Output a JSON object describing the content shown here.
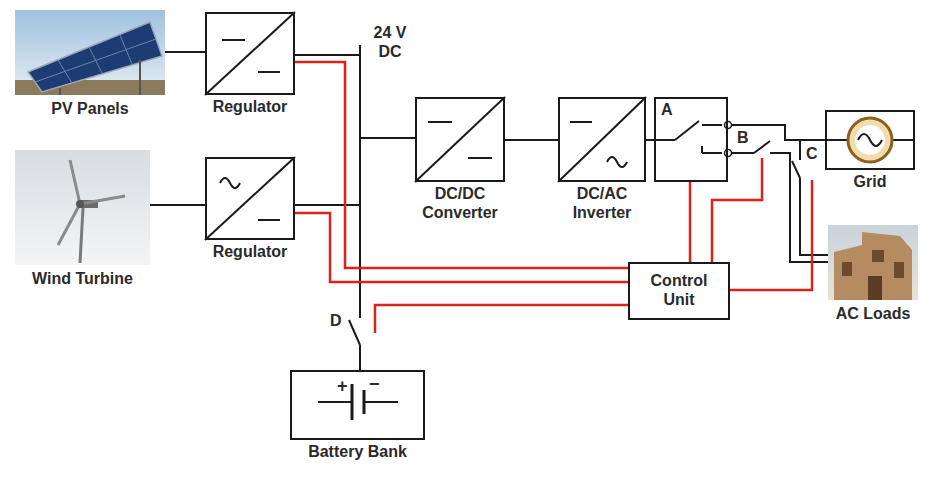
{
  "diagram": {
    "nodes": [
      {
        "text": [
          "PV Panels"
        ]
      },
      {
        "text": [
          "Regulator"
        ]
      },
      {
        "text": [
          "DC/DC Converter"
        ]
      },
      {
        "text": [
          "DC/AC Inverter"
        ]
      },
      {
        "text": [
          "A"
        ]
      },
      {
        "text": [
          "Grid"
        ]
      },
      {
        "text": [
          "Wind Turbine"
        ]
      },
      {
        "text": [
          "Regulator"
        ]
      },
      {
        "text": [
          "Control Unit"
        ]
      },
      {
        "text": [
          "AC Loads"
        ]
      },
      {
        "text": [
          "Battery Bank"
        ]
      }
    ],
    "edges": [
      {
        "from": 0,
        "to": 1,
        "arrow": "none"
      },
      {
        "from": 6,
        "to": 7,
        "arrow": "none"
      },
      {
        "from": 1,
        "to": 2,
        "arrow": "none"
      },
      {
        "from": 7,
        "to": 2,
        "arrow": "none"
      },
      {
        "from": 10,
        "to": 2,
        "arrow": "none"
      },
      {
        "from": 2,
        "to": 3,
        "arrow": "none"
      },
      {
        "from": 3,
        "to": 4,
        "arrow": "none"
      },
      {
        "from": 4,
        "to": 5,
        "arrow": "none"
      },
      {
        "from": 4,
        "to": 9,
        "arrow": "none"
      },
      {
        "from": 5,
        "to": 9,
        "arrow": "none"
      },
      {
        "from": 1,
        "to": 8,
        "arrow": "none"
      },
      {
        "from": 7,
        "to": 8,
        "arrow": "none"
      },
      {
        "from": 8,
        "to": 4,
        "arrow": "none"
      }
    ],
    "labels": [
      "24 V DC",
      "B",
      "C",
      "D",
      "+",
      "−"
    ]
  }
}
